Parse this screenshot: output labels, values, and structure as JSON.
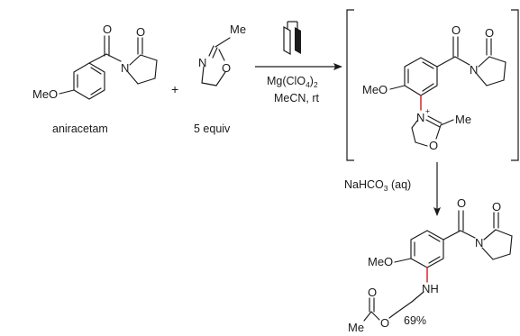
{
  "reactant1": {
    "name": "aniracetam",
    "substituent": "MeO",
    "atoms": {
      "carbonyl_o": "O",
      "ring_o": "O",
      "ring_n": "N"
    }
  },
  "plus_sign": "+",
  "reactant2": {
    "amount": "5 equiv",
    "atoms": {
      "n": "N",
      "o": "O",
      "methyl": "Me"
    }
  },
  "conditions": {
    "reagent_base": "Mg(ClO",
    "reagent_sub1": "4",
    "reagent_close": ")",
    "reagent_sub2": "2",
    "solvent": "MeCN, rt",
    "electrode_icon": "electrodes-icon"
  },
  "intermediate": {
    "substituent": "MeO",
    "atoms": {
      "carbonyl_o": "O",
      "ring_o": "O",
      "ring_n": "N",
      "oxazolinium_n": "N",
      "charge": "+",
      "oxazolinium_o": "O",
      "methyl": "Me"
    }
  },
  "step2": {
    "reagent_base": "NaHCO",
    "reagent_sub": "3",
    "reagent_suffix": " (aq)"
  },
  "product": {
    "substituent": "MeO",
    "atoms": {
      "carbonyl_o": "O",
      "ring_o": "O",
      "ring_n": "N",
      "nh": "NH",
      "ester_carbonyl_o": "O",
      "ester_o": "O",
      "methyl": "Me"
    },
    "yield": "69%"
  },
  "colors": {
    "new_bond": "#d6262b",
    "ink": "#1a1a1a"
  }
}
